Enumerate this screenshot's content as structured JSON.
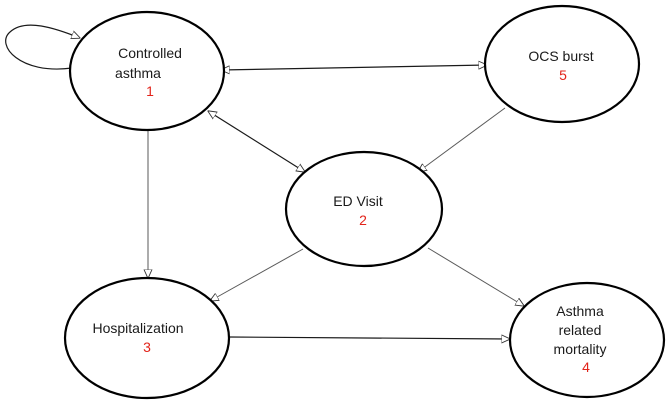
{
  "diagram": {
    "nodes": {
      "controlled": {
        "label_line1": "Controlled",
        "label_line2": "asthma",
        "number": "1"
      },
      "ed": {
        "label_line1": "ED Visit",
        "number": "2"
      },
      "hosp": {
        "label_line1": "Hospitalization",
        "number": "3"
      },
      "mortality": {
        "label_line1": "Asthma",
        "label_line2": "related",
        "label_line3": "mortality",
        "number": "4"
      },
      "ocs": {
        "label_line1": "OCS burst",
        "number": "5"
      }
    },
    "edges": [
      {
        "from": "1",
        "to": "1",
        "direction": "self-loop"
      },
      {
        "from": "1",
        "to": "5",
        "direction": "bidirectional"
      },
      {
        "from": "1",
        "to": "2",
        "direction": "bidirectional"
      },
      {
        "from": "1",
        "to": "3",
        "direction": "forward"
      },
      {
        "from": "5",
        "to": "2",
        "direction": "forward"
      },
      {
        "from": "2",
        "to": "3",
        "direction": "forward"
      },
      {
        "from": "2",
        "to": "4",
        "direction": "forward"
      },
      {
        "from": "3",
        "to": "4",
        "direction": "forward"
      }
    ]
  }
}
